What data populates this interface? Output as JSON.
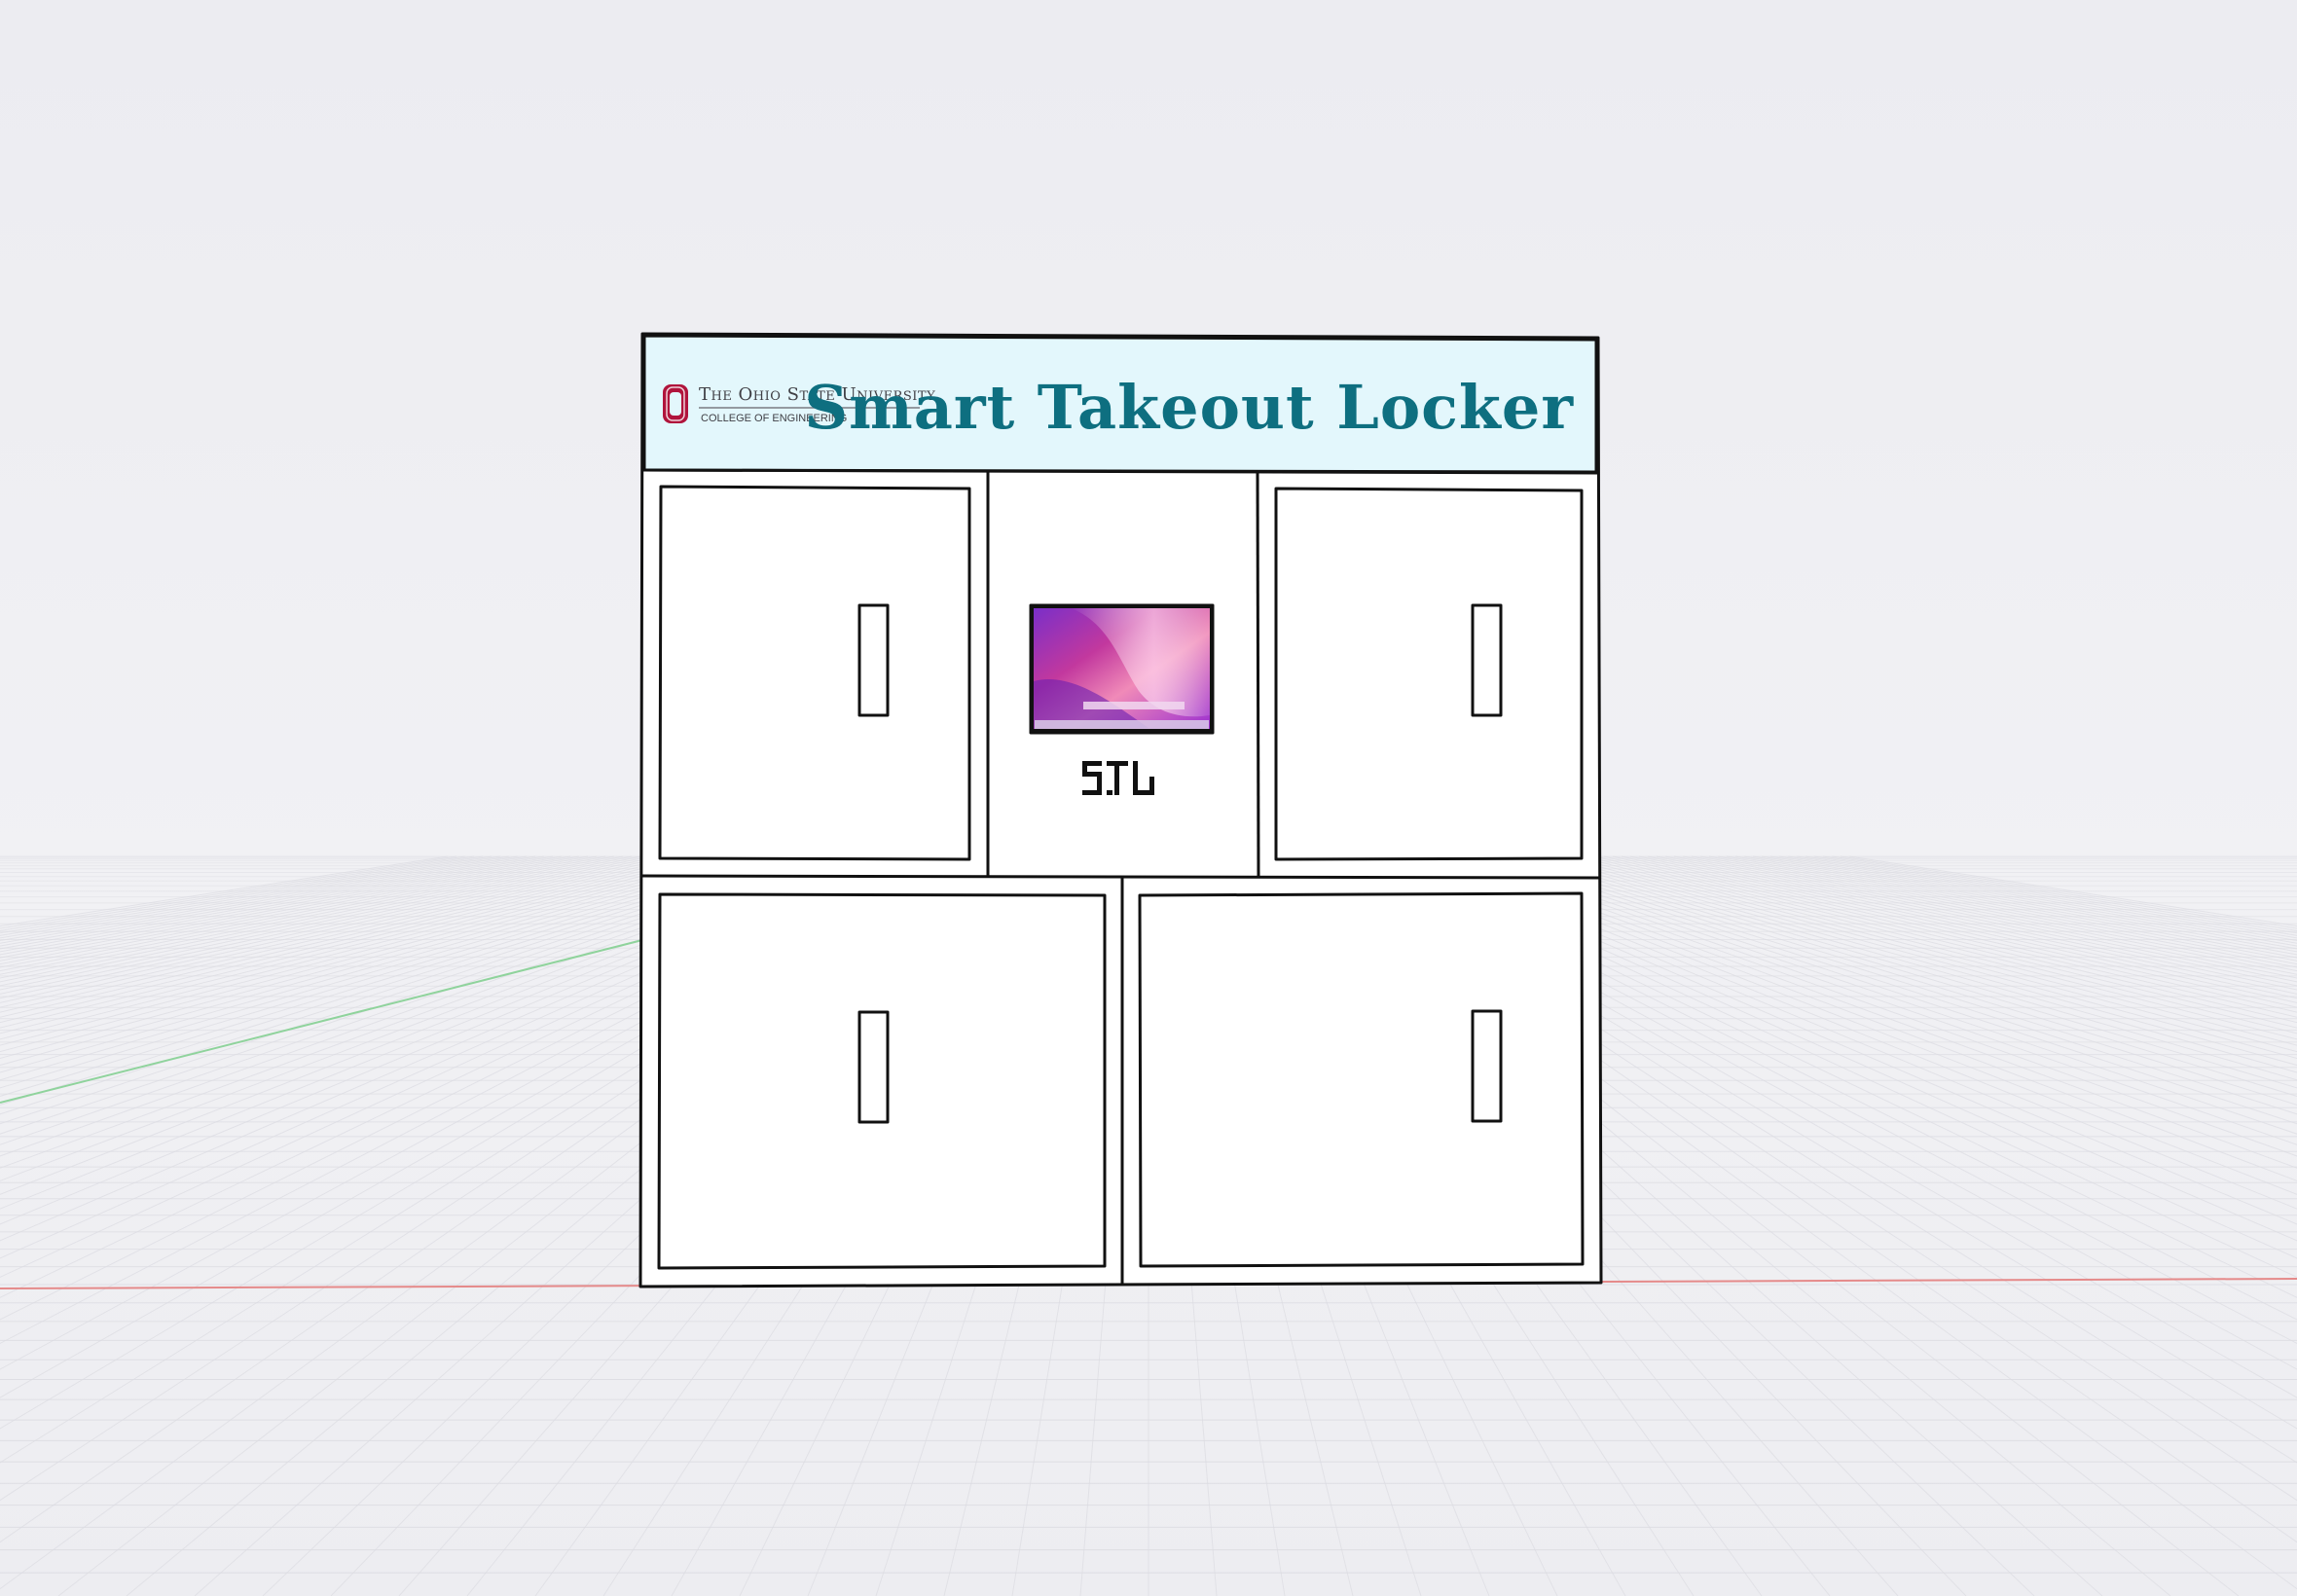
{
  "header": {
    "university_name": "The Ohio State University",
    "college_name": "COLLEGE OF ENGINEERING",
    "title": "Smart Takeout Locker"
  },
  "colors": {
    "header_background": "#e3f7fc",
    "title_color": "#0e6f80",
    "logo_color": "#b0143c",
    "outline": "#111111",
    "axis_x": "#e07070",
    "axis_y": "#7ccf8c",
    "grid": "#d7d7de",
    "background": "#eeeef2"
  },
  "kiosk": {
    "screen": "touchscreen-display",
    "brand_mark": "stl-logo-mark"
  },
  "lockers": [
    {
      "id": "top-left"
    },
    {
      "id": "top-right"
    },
    {
      "id": "bottom-left"
    },
    {
      "id": "bottom-right"
    }
  ]
}
